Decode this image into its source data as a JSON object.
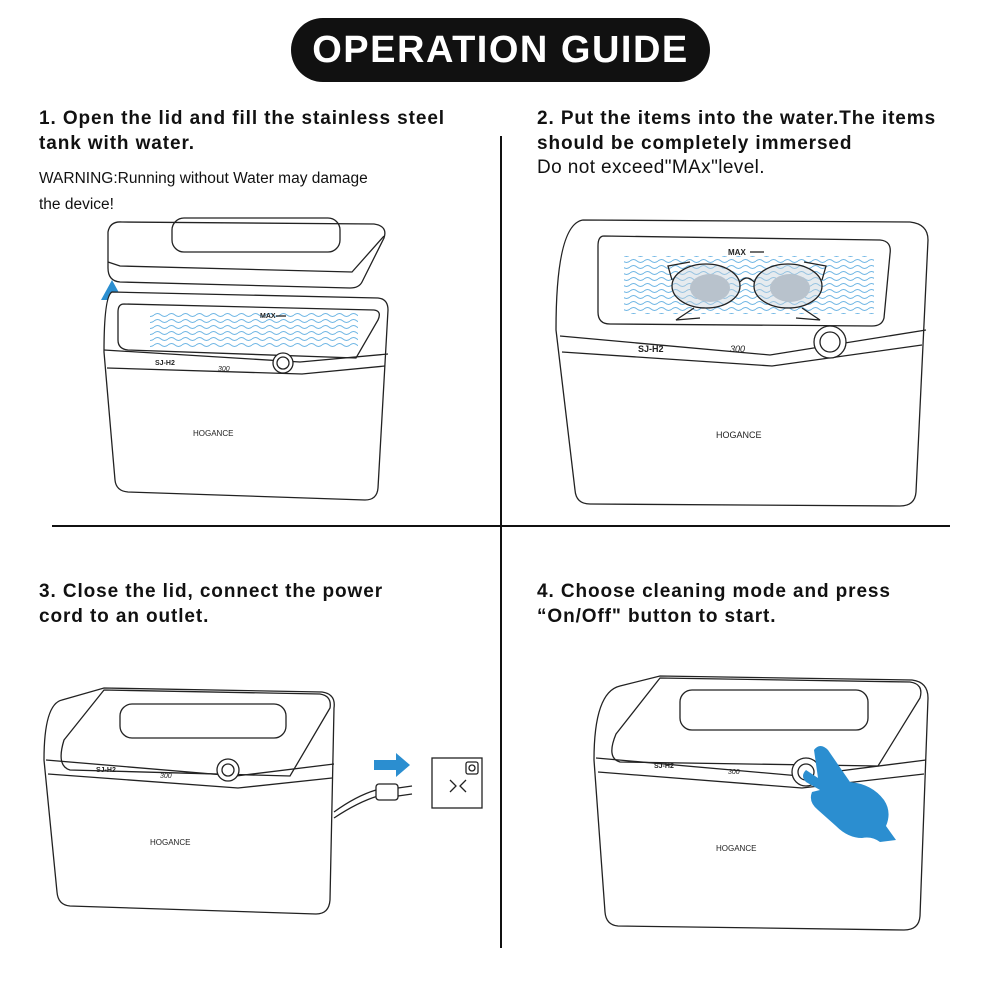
{
  "title": "OPERATION GUIDE",
  "steps": [
    {
      "title_line1": "1. Open the lid and fill the stainless steel",
      "title_line2": "tank with water.",
      "warning_line1": "WARNING:Running without Water may damage",
      "warning_line2": "the device!"
    },
    {
      "title_line1": "2. Put the items into the water.The items",
      "title_line2": "should be completely immersed",
      "subtitle": "Do not exceed\"MAx\"level."
    },
    {
      "title_line1": "3. Close the lid, connect the power",
      "title_line2": "cord to an outlet."
    },
    {
      "title_line1": "4. Choose cleaning mode and press",
      "title_line2": "“On/Off\" button to start."
    }
  ],
  "device": {
    "brand": "HOGANCE",
    "model": "SJ-H2",
    "display": "300",
    "max_label": "MAX"
  },
  "colors": {
    "accent_blue": "#2b8ed0",
    "water_blue": "#6fb6e4",
    "outline": "#222222",
    "pill_bg": "#111111"
  },
  "icons": [
    "up-arrow-icon",
    "right-arrow-icon",
    "power-outlet-icon",
    "plug-icon",
    "hand-icon",
    "glasses-icon"
  ]
}
